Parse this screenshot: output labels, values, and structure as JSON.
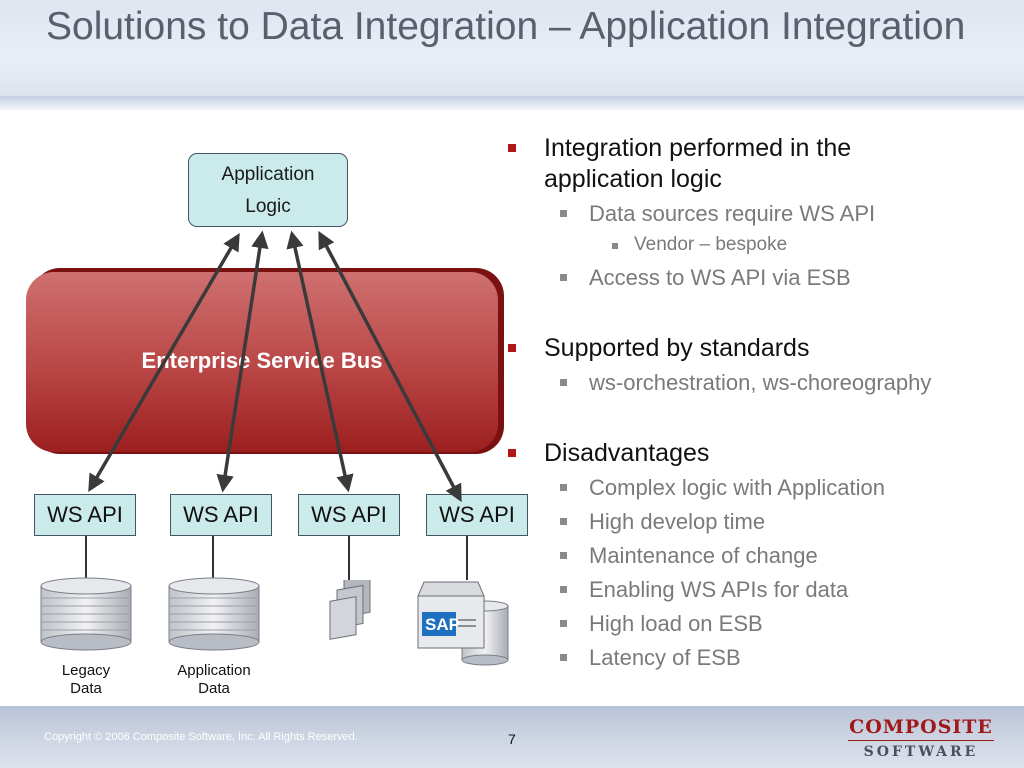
{
  "slide": {
    "title": "Solutions to Data Integration – Application Integration"
  },
  "diagram": {
    "app_logic": [
      "Application",
      "Logic"
    ],
    "esb_label": "Enterprise Service Bus",
    "ws_api_labels": [
      "WS API",
      "WS API",
      "WS API",
      "WS API"
    ],
    "captions": {
      "legacy": [
        "Legacy",
        "Data"
      ],
      "application": [
        "Application",
        "Data"
      ]
    },
    "sap_logo_text": "SAP"
  },
  "bullets": [
    {
      "level": 1,
      "text": "Integration performed in the application logic"
    },
    {
      "level": 2,
      "text": "Data sources require WS API"
    },
    {
      "level": 3,
      "text": "Vendor – bespoke"
    },
    {
      "level": 2,
      "text": "Access to WS API via ESB"
    },
    {
      "level": 1,
      "text": "Supported by standards"
    },
    {
      "level": 2,
      "text": "ws-orchestration, ws-choreography"
    },
    {
      "level": 1,
      "text": "Disadvantages"
    },
    {
      "level": 2,
      "text": "Complex logic with Application"
    },
    {
      "level": 2,
      "text": "High develop time"
    },
    {
      "level": 2,
      "text": "Maintenance of change"
    },
    {
      "level": 2,
      "text": "Enabling WS APIs for data"
    },
    {
      "level": 2,
      "text": "High load on ESB"
    },
    {
      "level": 2,
      "text": "Latency of ESB"
    }
  ],
  "footer": {
    "copyright": "Copyright © 2006  Composite Software, Inc.  All Rights Reserved.",
    "page_number": "7",
    "logo_top": "COMPOSITE",
    "logo_bottom": "SOFTWARE"
  },
  "colors": {
    "bullet_marker_level1": "#b01818",
    "esb_red": "#b94545",
    "box_fill": "#cbeaea",
    "logo_red": "#a01818"
  }
}
